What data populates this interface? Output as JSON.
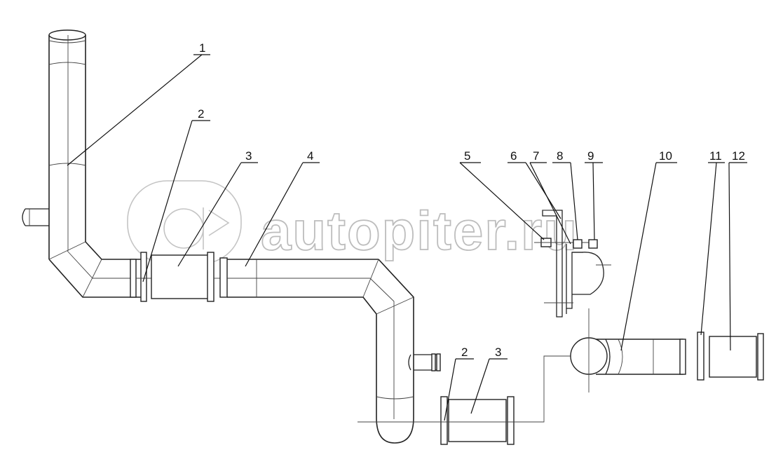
{
  "diagram": {
    "callouts": [
      {
        "id": "c1",
        "label": "1"
      },
      {
        "id": "c2a",
        "label": "2"
      },
      {
        "id": "c3a",
        "label": "3"
      },
      {
        "id": "c4",
        "label": "4"
      },
      {
        "id": "c5",
        "label": "5"
      },
      {
        "id": "c6",
        "label": "6"
      },
      {
        "id": "c7",
        "label": "7"
      },
      {
        "id": "c8",
        "label": "8"
      },
      {
        "id": "c9",
        "label": "9"
      },
      {
        "id": "c10",
        "label": "10"
      },
      {
        "id": "c11",
        "label": "11"
      },
      {
        "id": "c12",
        "label": "12"
      },
      {
        "id": "c2b",
        "label": "2"
      },
      {
        "id": "c3b",
        "label": "3"
      }
    ]
  },
  "watermark": {
    "text": "autopiter.ru",
    "logo_icon": "a-arrow-logo-icon"
  },
  "colors": {
    "line": "#222222",
    "background": "#ffffff",
    "watermark": "#bdbdbd"
  }
}
